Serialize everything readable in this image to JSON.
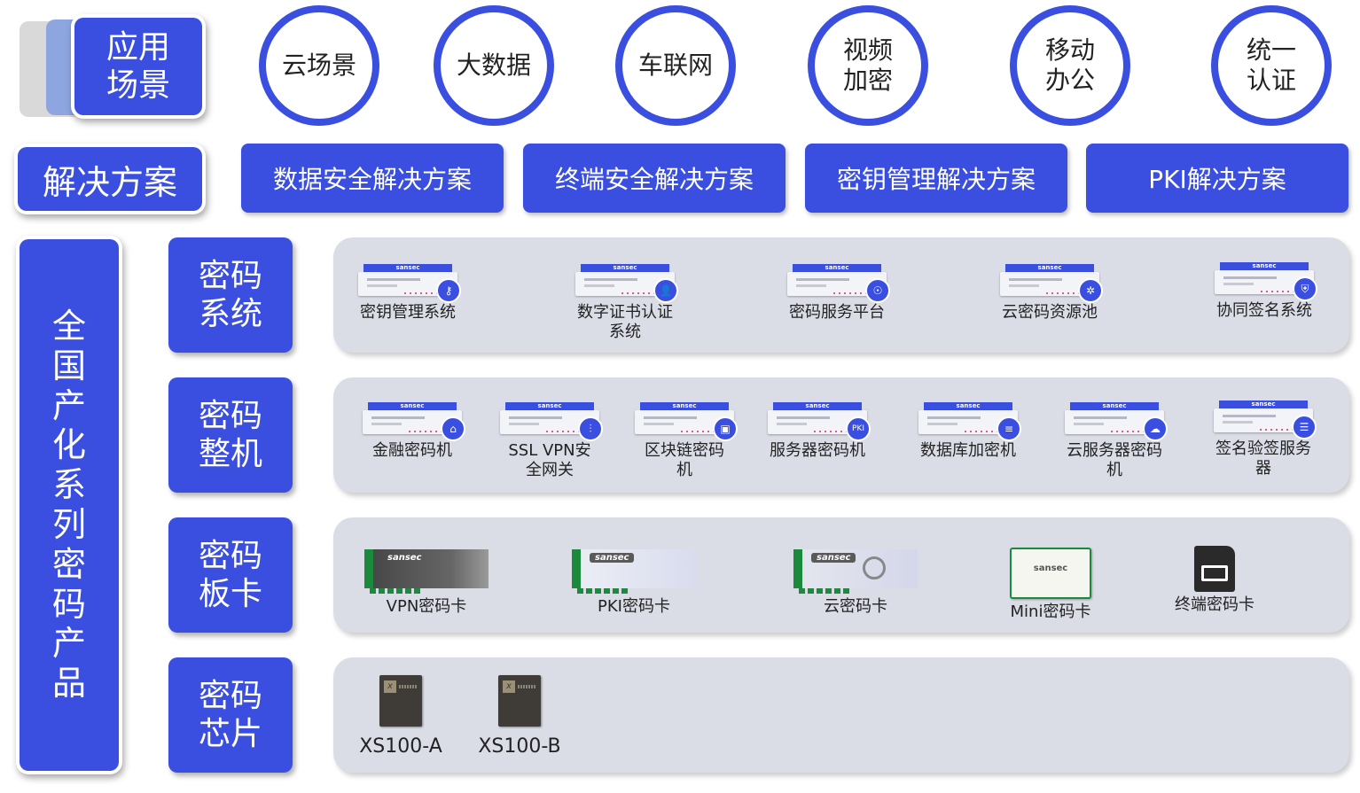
{
  "rows": {
    "scenes_label": "应用\n场景",
    "solutions_label": "解决方案",
    "products_label": "全\n国\n产\n化\n系\n列\n密\n码\n产\n品"
  },
  "scenes": [
    "云场景",
    "大数据",
    "车联网",
    "视频\n加密",
    "移动\n办公",
    "统一\n认证"
  ],
  "solutions": [
    "数据安全解决方案",
    "终端安全解决方案",
    "密钥管理解决方案",
    "PKI解决方案"
  ],
  "categories": {
    "systems": {
      "label": "密码\n系统",
      "items": [
        {
          "name": "密钥管理系统",
          "icon": "key-icon"
        },
        {
          "name": "数字证书认证\n系统",
          "icon": "user-icon"
        },
        {
          "name": "密码服务平台",
          "icon": "hand-service-icon"
        },
        {
          "name": "云密码资源池",
          "icon": "network-icon"
        },
        {
          "name": "协同签名系统",
          "icon": "shield-icon"
        }
      ]
    },
    "machines": {
      "label": "密码\n整机",
      "items": [
        {
          "name": "金融密码机",
          "icon": "bank-icon"
        },
        {
          "name": "SSL VPN安\n全网关",
          "icon": "sliders-icon"
        },
        {
          "name": "区块链密码\n机",
          "icon": "briefcase-icon"
        },
        {
          "name": "服务器密码机",
          "icon": "pki-icon",
          "badge_text": "PKI"
        },
        {
          "name": "数据库加密机",
          "icon": "database-icon"
        },
        {
          "name": "云服务器密码\n机",
          "icon": "cloud-icon"
        },
        {
          "name": "签名验签服务\n器",
          "icon": "document-icon"
        }
      ]
    },
    "cards": {
      "label": "密码\n板卡",
      "items": [
        {
          "name": "VPN密码卡",
          "brand": "sansec"
        },
        {
          "name": "PKI密码卡",
          "brand": "sansec"
        },
        {
          "name": "云密码卡",
          "brand": "sansec"
        },
        {
          "name": "Mini密码卡",
          "brand": "sansec"
        },
        {
          "name": "终端密码卡"
        }
      ]
    },
    "chips": {
      "label": "密码\n芯片",
      "items": [
        {
          "name": "XS100-A"
        },
        {
          "name": "XS100-B"
        }
      ]
    }
  },
  "brand": "sansec",
  "colors": {
    "accent": "#3a4fe0",
    "panel": "#dadde6"
  }
}
